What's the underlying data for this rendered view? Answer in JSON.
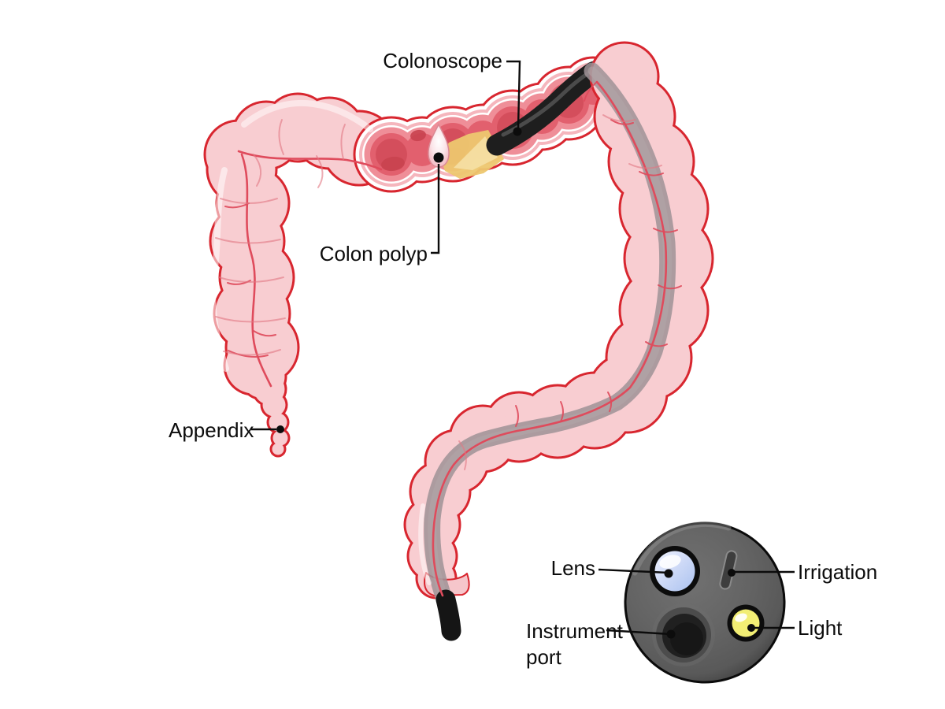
{
  "labels": {
    "colonoscope": "Colonoscope",
    "colon_polyp": "Colon polyp",
    "appendix": "Appendix",
    "lens": "Lens",
    "instrument_port": "Instrument port",
    "irrigation": "Irrigation",
    "light": "Light"
  },
  "colors": {
    "background": "#ffffff",
    "colon_fill": "#f8cdd1",
    "colon_outline": "#d8262f",
    "mucosa_wall_pink": "#ef8e98",
    "lumen_red": "#e2606e",
    "lumen_deep_red": "#c9434f",
    "vessel_red": "#df4b5c",
    "beam_yellow": "#edc76f",
    "scope_black": "#1e1e1e",
    "scope_shaft_gray": "#9f9296",
    "tip_face_gray": "#646464",
    "lens_blue": "#d3ddf8",
    "light_yellow": "#f2ee74",
    "label_text": "#0c0c0c"
  }
}
